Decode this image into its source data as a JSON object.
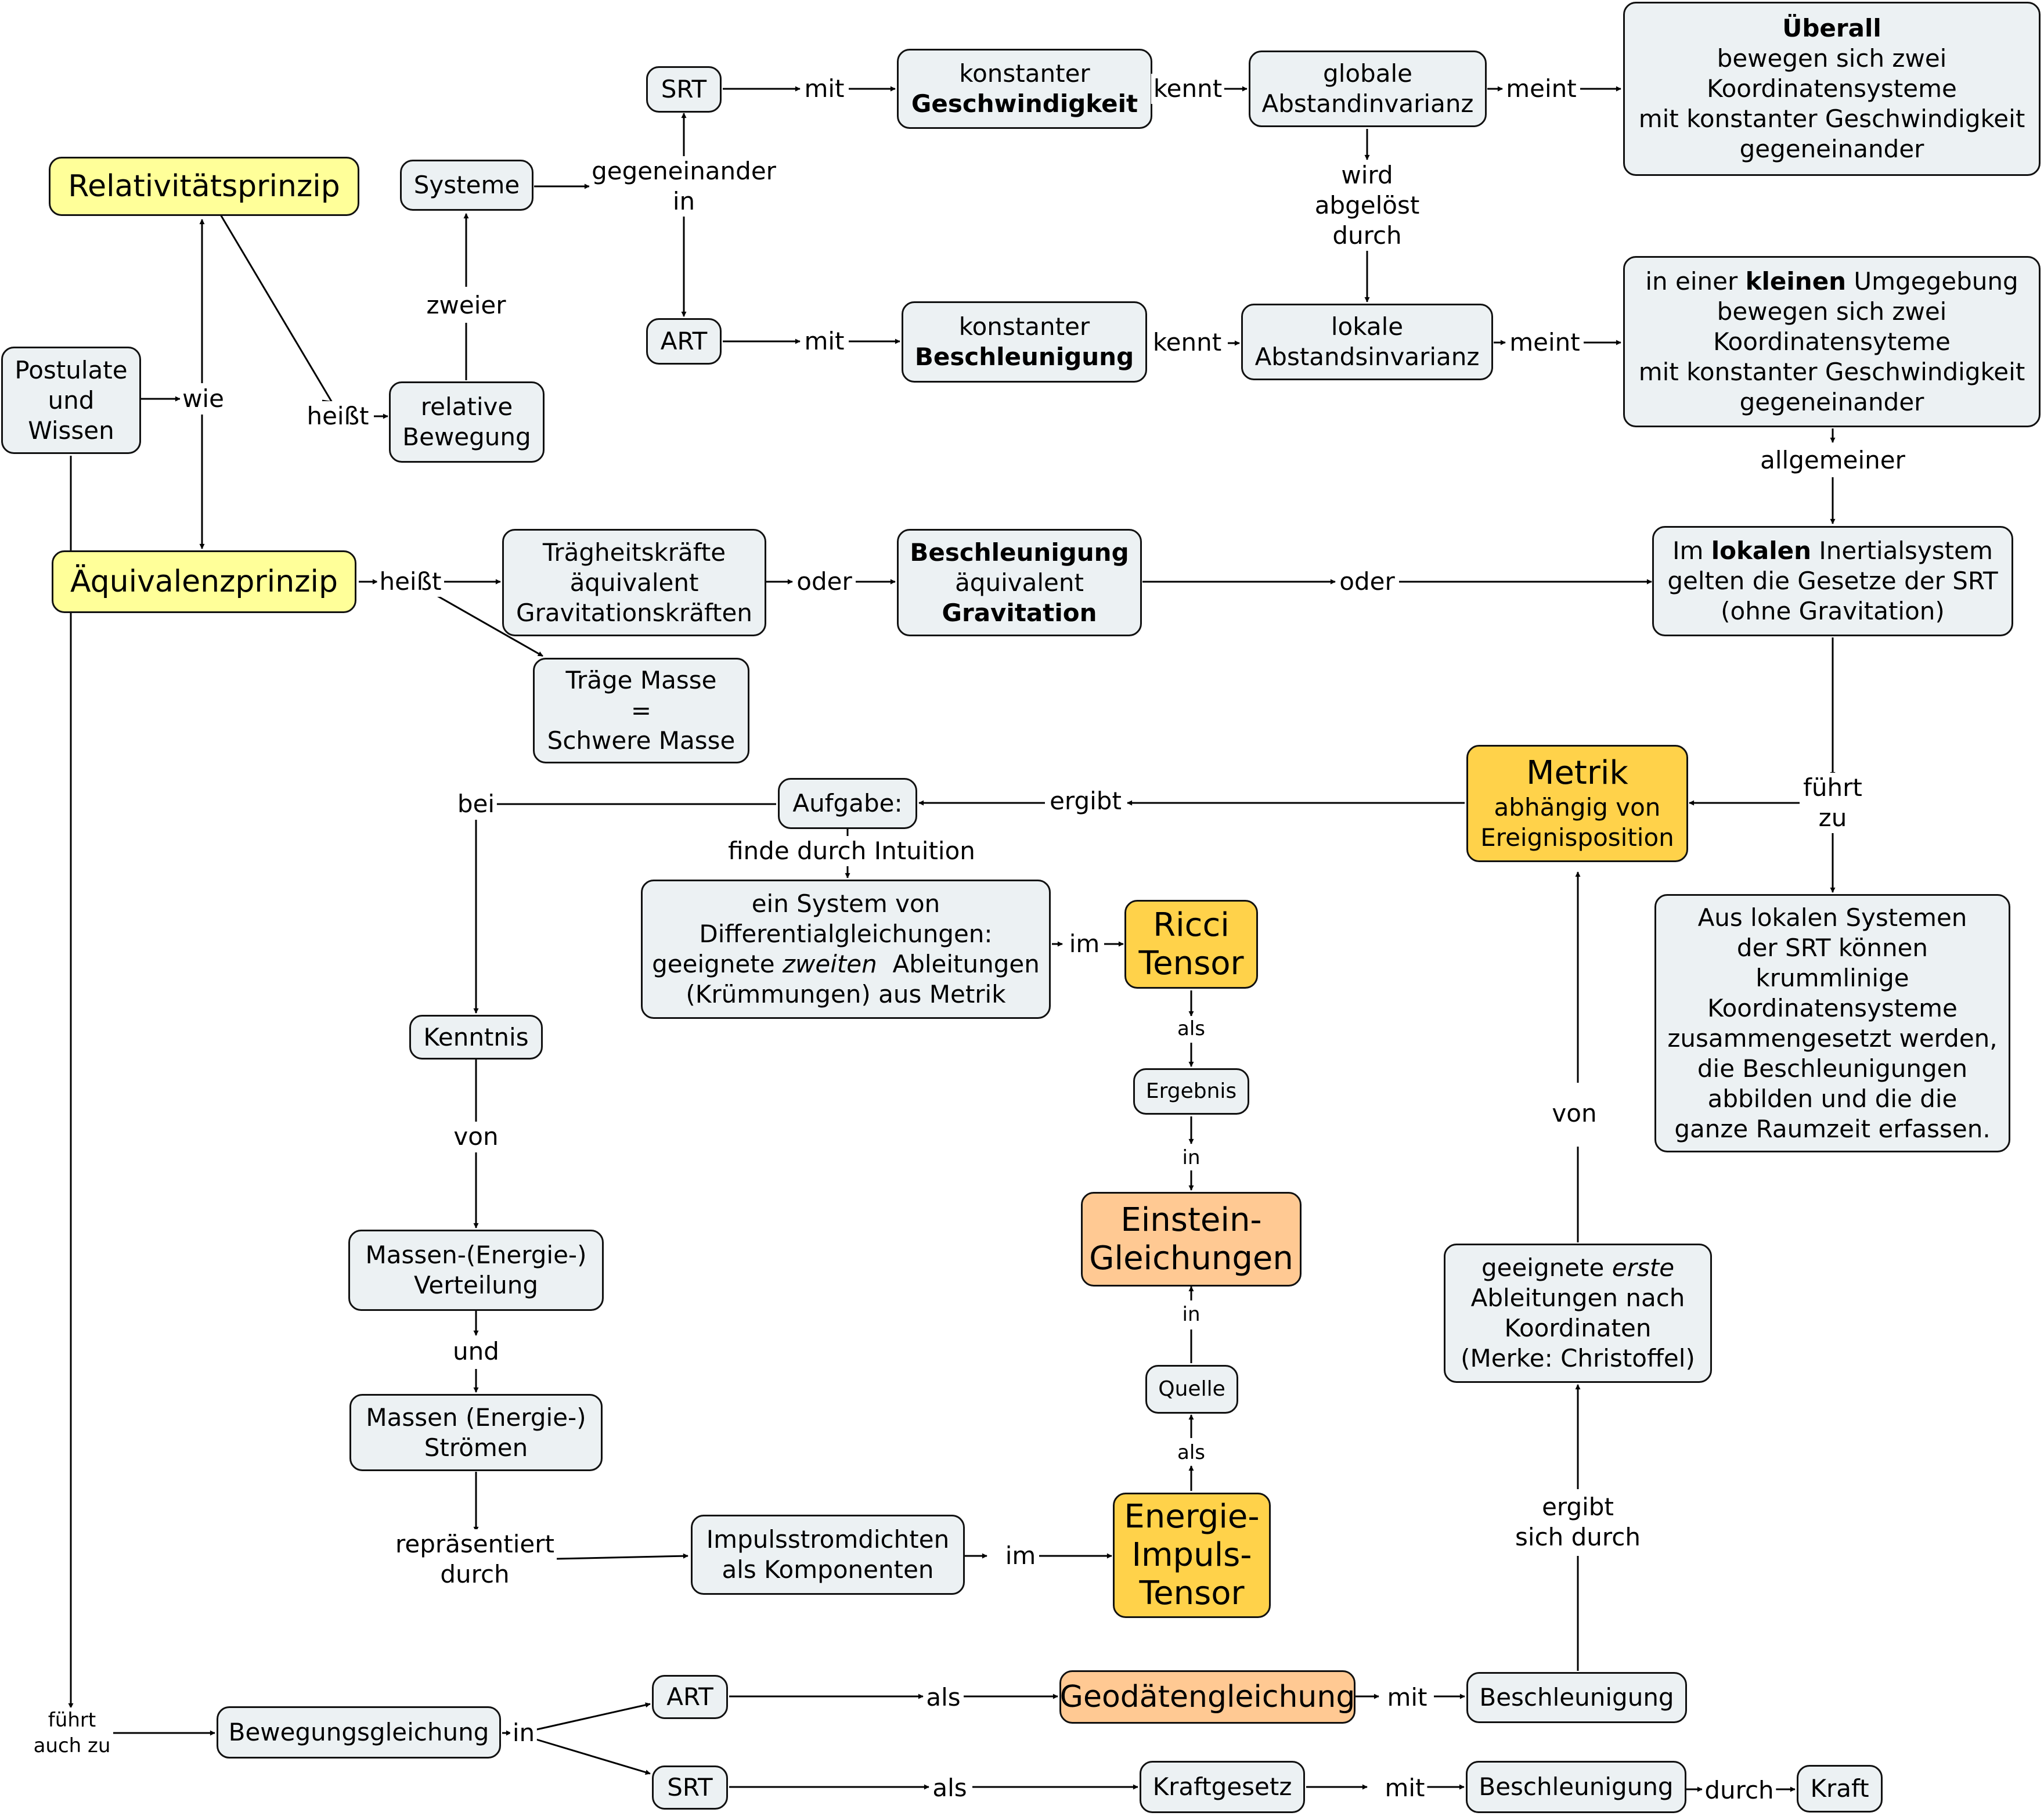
{
  "nodes": {
    "relativity": "Relativitätsprinzip",
    "equivalence": "Äquivalenzprinzip",
    "postulates": [
      "Postulate",
      "und",
      "Wissen"
    ],
    "systeme": "Systeme",
    "relative": [
      "relative",
      "Bewegung"
    ],
    "srt_top": "SRT",
    "art_top": "ART",
    "const_speed": [
      "konstanter",
      "Geschwindigkeit"
    ],
    "const_accel": [
      "konstanter",
      "Beschleunigung"
    ],
    "global_inv": [
      "globale",
      "Abstandinvarianz"
    ],
    "local_inv": [
      "lokale",
      "Abstandsinvarianz"
    ],
    "everywhere": [
      "Überall",
      "bewegen sich zwei",
      "Koordinatensysteme",
      "mit konstanter Geschwindigkeit",
      "gegeneinander"
    ],
    "small_env": {
      "pre": "in einer ",
      "bold": "kleinen",
      "post": " Umgegebung",
      "rest": [
        "bewegen sich zwei",
        "Koordinatensyteme",
        "mit konstanter Geschwindigkeit",
        "gegeneinander"
      ]
    },
    "inertial": {
      "pre": "Im ",
      "bold": "lokalen",
      "post": " Inertialsystem",
      "rest": [
        "gelten die Gesetze der SRT",
        "(ohne Gravitation)"
      ]
    },
    "traegheit": [
      "Trägheitskräfte",
      "äquivalent",
      "Gravitationskräften"
    ],
    "accel_grav": [
      "Beschleunigung",
      "äquivalent",
      "Gravitation"
    ],
    "mass": [
      "Träge Masse",
      "=",
      "Schwere Masse"
    ],
    "metrik": {
      "title": "Metrik",
      "sub": [
        "abhängig von",
        "Ereignisposition"
      ]
    },
    "aufgabe": "Aufgabe:",
    "diffeq": {
      "l1": "ein System von",
      "l2": "Differentialgleichungen:",
      "l3pre": "geeignete ",
      "l3it": "zweiten",
      "l3post": "  Ableitungen",
      "l4": "(Krümmungen) aus Metrik"
    },
    "ricci": [
      "Ricci",
      "Tensor"
    ],
    "ergebnis": "Ergebnis",
    "einstein": [
      "Einstein-",
      "Gleichungen"
    ],
    "quelle": "Quelle",
    "energy": [
      "Energie-",
      "Impuls-",
      "Tensor"
    ],
    "compose": [
      "Aus lokalen Systemen",
      "der SRT können",
      "krummlinige",
      "Koordinatensysteme",
      "zusammengesetzt werden,",
      "die Beschleunigungen",
      "abbilden und die die",
      "ganze Raumzeit erfassen."
    ],
    "first_deriv": {
      "l1pre": "geeignete ",
      "l1it": "erste",
      "rest": [
        "Ableitungen nach",
        "Koordinaten",
        "(Merke: Christoffel)"
      ]
    },
    "kenntnis": "Kenntnis",
    "massen_vert": [
      "Massen-(Energie-)",
      "Verteilung"
    ],
    "massen_str": [
      "Massen (Energie-)",
      "Strömen"
    ],
    "impuls": [
      "Impulsstromdichten",
      "als Komponenten"
    ],
    "bewegung": "Bewegungsgleichung",
    "art_bot": "ART",
    "srt_bot": "SRT",
    "geodaeten": "Geodätengleichung",
    "kraftgesetz": "Kraftgesetz",
    "accel1": "Beschleunigung",
    "accel2": "Beschleunigung",
    "kraft": "Kraft"
  },
  "links": {
    "wie": "wie",
    "heisst1": "heißt",
    "zweier": "zweier",
    "gegen": [
      "gegeneinander",
      "in"
    ],
    "mit1": "mit",
    "mit2": "mit",
    "kennt1": "kennt",
    "kennt2": "kennt",
    "meint1": "meint",
    "meint2": "meint",
    "abgeloest": [
      "wird",
      "abgelöst",
      "durch"
    ],
    "allgemeiner": "allgemeiner",
    "heisst2": "heißt",
    "oder1": "oder",
    "oder2": "oder",
    "fuehrt": [
      "führt",
      "zu"
    ],
    "ergibt": "ergibt",
    "bei": "bei",
    "finde": "finde durch Intuition",
    "im1": "im",
    "als1": "als",
    "in1": "in",
    "in2": "in",
    "als2": "als",
    "von1": "von",
    "ergibt_durch": [
      "ergibt",
      "sich durch"
    ],
    "von2": "von",
    "und": "und",
    "repr": [
      "repräsentiert",
      "durch"
    ],
    "im2": "im",
    "fuehrt_auch": [
      "führt",
      "auch zu"
    ],
    "in3": "in",
    "als3": "als",
    "als4": "als",
    "mit3": "mit",
    "mit4": "mit",
    "durch": "durch"
  }
}
